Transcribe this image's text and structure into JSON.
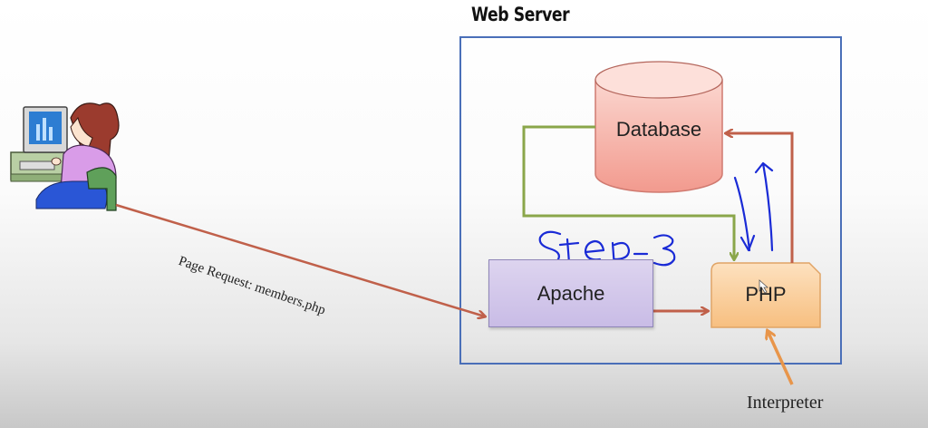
{
  "diagram": {
    "title": "Web Server",
    "nodes": {
      "database": "Database",
      "apache": "Apache",
      "php": "PHP"
    },
    "labels": {
      "page_request": "Page Request: members.php",
      "interpreter": "Interpreter",
      "annotation": "Step-3"
    },
    "edges": [
      {
        "from": "client",
        "to": "apache",
        "label": "Page Request: members.php"
      },
      {
        "from": "apache",
        "to": "php"
      },
      {
        "from": "php",
        "to": "database"
      },
      {
        "from": "database",
        "to": "php"
      },
      {
        "from": "interpreter",
        "to": "php"
      }
    ],
    "colors": {
      "server_border": "#4a6fb8",
      "request_arrow": "#c0604a",
      "db_to_php_arrow": "#8aa64a",
      "interpreter_arrow": "#e8954a",
      "annotation_ink": "#1a2bd6"
    }
  }
}
